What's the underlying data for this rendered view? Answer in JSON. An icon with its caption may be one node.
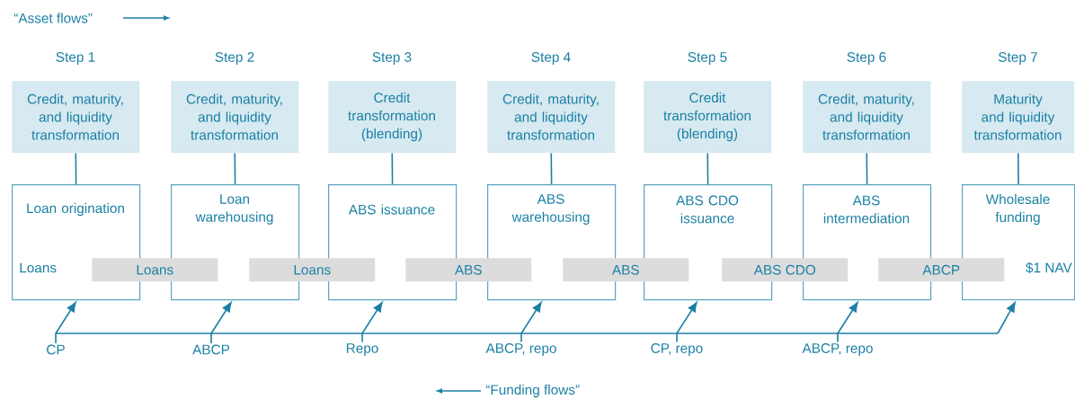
{
  "diagram": {
    "nodes": [
      {
        "text": [
          "Step 1",
          "Credit, maturity, and liquidity transformation"
        ]
      },
      {
        "text": [
          "Loan origination",
          "Loans"
        ]
      },
      {
        "text": [
          "Step 2",
          "Credit, maturity, and liquidity transformation"
        ]
      },
      {
        "text": [
          "Loan warehousing"
        ]
      },
      {
        "text": [
          "Step 3",
          "Credit transformation (blending)"
        ]
      },
      {
        "text": [
          "ABS issuance"
        ]
      },
      {
        "text": [
          "Step 4",
          "Credit, maturity, and liquidity transformation"
        ]
      },
      {
        "text": [
          "ABS warehousing"
        ]
      },
      {
        "text": [
          "Step 5",
          "Credit transformation (blending)"
        ]
      },
      {
        "text": [
          "ABS CDO issuance"
        ]
      },
      {
        "text": [
          "Step 6",
          "Credit, maturity, and liquidity transformation"
        ]
      },
      {
        "text": [
          "ABS intermediation"
        ]
      },
      {
        "text": [
          "Step 7",
          "Maturity and liquidity transformation"
        ]
      },
      {
        "text": [
          "Wholesale funding",
          "$1 NAV"
        ]
      },
      {
        "text": [
          "Loans"
        ]
      },
      {
        "text": [
          "Loans"
        ]
      },
      {
        "text": [
          "ABS"
        ]
      },
      {
        "text": [
          "ABS"
        ]
      },
      {
        "text": [
          "ABS CDO"
        ]
      },
      {
        "text": [
          "ABCP"
        ]
      },
      {
        "text": [
          "CP"
        ]
      },
      {
        "text": [
          "ABCP"
        ]
      },
      {
        "text": [
          "Repo"
        ]
      },
      {
        "text": [
          "ABCP, repo"
        ]
      },
      {
        "text": [
          "CP, repo"
        ]
      },
      {
        "text": [
          "ABCP, repo"
        ]
      }
    ],
    "edges": [
      {
        "from": 0,
        "to": 1,
        "arrow": "none"
      },
      {
        "from": 2,
        "to": 3,
        "arrow": "none"
      },
      {
        "from": 4,
        "to": 5,
        "arrow": "none"
      },
      {
        "from": 6,
        "to": 7,
        "arrow": "none"
      },
      {
        "from": 8,
        "to": 9,
        "arrow": "none"
      },
      {
        "from": 10,
        "to": 11,
        "arrow": "none"
      },
      {
        "from": 12,
        "to": 13,
        "arrow": "none"
      },
      {
        "from": 20,
        "to": 1,
        "arrow": "to"
      },
      {
        "from": 21,
        "to": 3,
        "arrow": "to"
      },
      {
        "from": 22,
        "to": 5,
        "arrow": "to"
      },
      {
        "from": 23,
        "to": 7,
        "arrow": "to"
      },
      {
        "from": 24,
        "to": 9,
        "arrow": "to"
      },
      {
        "from": 25,
        "to": 11,
        "arrow": "to"
      },
      {
        "from": null,
        "to": 13,
        "arrow": "to"
      }
    ],
    "labels": [
      "“Asset flows”",
      "“Funding flows”"
    ]
  }
}
